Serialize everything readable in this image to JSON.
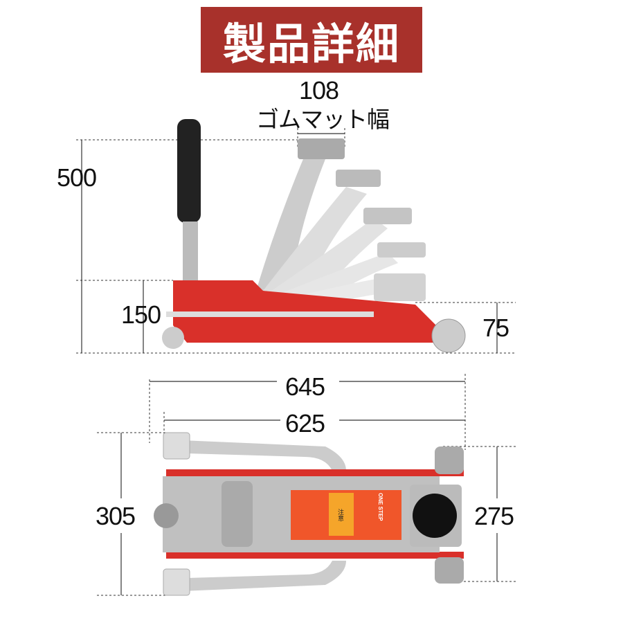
{
  "title": "製品詳細",
  "side_view": {
    "rubber_mat_width": "108",
    "rubber_mat_label": "ゴムマット幅",
    "max_height": "500",
    "frame_height": "150",
    "min_height": "75"
  },
  "top_view": {
    "overall_length": "645",
    "body_length": "625",
    "overall_width": "305",
    "wheel_width": "275",
    "brand_label": "ONE STEP",
    "caution_label": "注意"
  },
  "colors": {
    "banner": "#a8312b",
    "frame_red": "#d9302a",
    "label_orange": "#f0562a"
  }
}
